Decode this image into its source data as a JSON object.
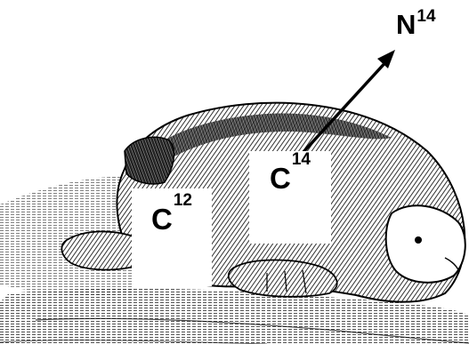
{
  "labels": {
    "c12": {
      "base": "C",
      "superscript": "12"
    },
    "c14": {
      "base": "C",
      "superscript": "14"
    },
    "n14": {
      "base": "N",
      "superscript": "14"
    }
  },
  "arrow": {
    "from": "C14",
    "to": "N14"
  },
  "colors": {
    "ink": "#000000",
    "paper": "#ffffff"
  },
  "icons": {
    "figure": "sleeping-animal-illustration"
  }
}
